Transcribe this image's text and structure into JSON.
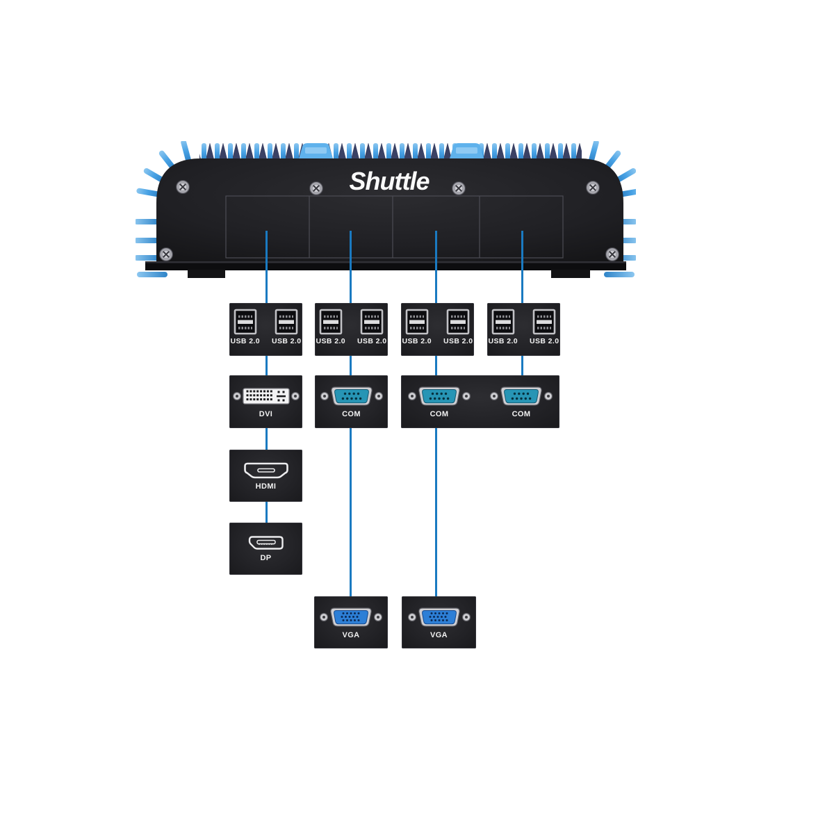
{
  "device": {
    "brand": "Shuttle"
  },
  "ports": {
    "usb": "USB 2.0",
    "dvi": "DVI",
    "com": "COM",
    "hdmi": "HDMI",
    "dp": "DP",
    "vga": "VGA"
  },
  "colors": {
    "background": "#ffffff",
    "connector_line": "#1a7ac1",
    "heatsink_blue": "#47a1e4",
    "heatsink_shadow": "#3a4164",
    "panel_black": "#1d1d20",
    "block_background": "#232327",
    "com_port_face": "#2795b5",
    "vga_port_face": "#2d7fd6",
    "dvi_body": "#f3f3f4",
    "label_text": "#f2f2f2"
  }
}
